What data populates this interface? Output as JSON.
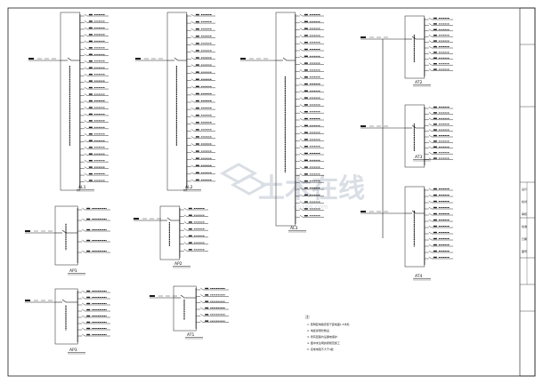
{
  "drawing": {
    "panels": [
      {
        "id": "p1",
        "caption": "AL1"
      },
      {
        "id": "p2",
        "caption": "AL2"
      },
      {
        "id": "p3",
        "caption": "AL3"
      },
      {
        "id": "p4",
        "caption": "AP1"
      },
      {
        "id": "p5",
        "caption": "AP2"
      },
      {
        "id": "p6",
        "caption": "AP3"
      },
      {
        "id": "p7",
        "caption": "AT1"
      },
      {
        "id": "p8",
        "caption": "AT2"
      },
      {
        "id": "p9",
        "caption": "AT3"
      },
      {
        "id": "p10",
        "caption": "AT4"
      }
    ],
    "notes": {
      "heading": "注:",
      "lines": [
        "1. 照明配电箱安装于距地面1.5米处",
        "2. 电缆穿钢管敷设",
        "3. 所有回路均设漏电保护",
        "4. 图中未注明的按规范施工",
        "5. 接地电阻不大于4欧"
      ]
    },
    "watermark": {
      "brand": "土木在线",
      "site": "co188.com"
    },
    "title_block": {
      "rows": [
        "设计",
        "校对",
        "审核",
        "批准",
        "日期",
        "图号"
      ]
    },
    "colors": {
      "line": "#1a1a1a",
      "watermark": "#d6dbe3"
    }
  }
}
